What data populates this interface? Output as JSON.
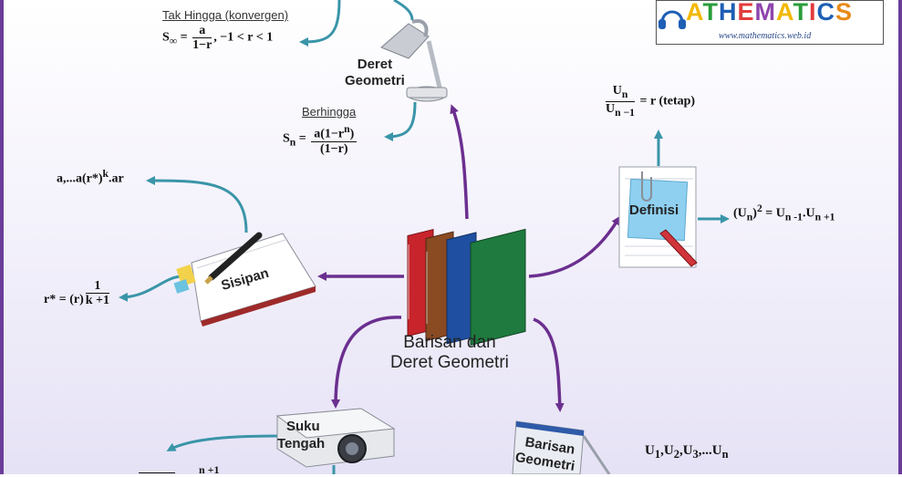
{
  "logo": {
    "letters": [
      "A",
      "T",
      "H",
      "E",
      "M",
      "A",
      "T",
      "I",
      "C",
      "S"
    ],
    "url": "www.mathematics.web.id"
  },
  "center": {
    "title_line1": "Barisan dan",
    "title_line2": "Deret Geometri"
  },
  "nodes": {
    "deret_line1": "Deret",
    "deret_line2": "Geometri",
    "definisi": "Definisi",
    "sisipan": "Sisipan",
    "suku_line1": "Suku",
    "suku_line2": "Tengah",
    "barisan_line1": "Barisan",
    "barisan_line2": "Geometri"
  },
  "formulas": {
    "tak_hingga_label": "Tak Hingga (konvergen)",
    "s_inf_lhs": "S",
    "s_inf_sub": "∞",
    "s_inf_eq": "=",
    "s_inf_num": "a",
    "s_inf_den": "1−r",
    "s_inf_cond": ", −1 < r < 1",
    "berhingga_label": "Berhingga",
    "sn_lhs": "S",
    "sn_sub": "n",
    "sn_eq": "=",
    "sn_num": "a(1−r",
    "sn_num_sup": "n",
    "sn_num_end": ")",
    "sn_den": "(1−r)",
    "ratio_num": "U",
    "ratio_num_sub": "n",
    "ratio_den": "U",
    "ratio_den_sub": "n −1",
    "ratio_rhs": "= r (tetap)",
    "sq_lhs": "(U",
    "sq_lhs_sub": "n",
    "sq_lhs_close": ")",
    "sq_sup": "2",
    "sq_rhs": "= U",
    "sq_rhs_sub1": "n -1",
    "sq_rhs_mid": ".U",
    "sq_rhs_sub2": "n +1",
    "sisip_seq": "a,...a(r*)",
    "sisip_seq_sup": "k",
    "sisip_seq_end": ".ar",
    "rstar_lhs": "r* = (r)",
    "rstar_num": "1",
    "rstar_den": "k +1",
    "bg_seq": "U",
    "bg_sub1": "1",
    "bg_sub2": "2",
    "bg_sub3": "3",
    "bg_subn": "n",
    "bg_sep": ",",
    "bg_dots": ",...",
    "suku_partial": "n +1"
  },
  "colors": {
    "purple_arrow": "#6b2f8f",
    "teal_arrow": "#3a95a8",
    "book_red": "#c8242b",
    "book_brown": "#8a4a22",
    "book_blue": "#1f4fa0",
    "book_green": "#1e7a3e"
  },
  "icons": [
    "lamp-icon",
    "books-icon",
    "notepad-icon",
    "notebook-pen-icon",
    "projector-icon",
    "board-icon",
    "headphones-icon",
    "paperclip-icon",
    "pencil-icon"
  ]
}
